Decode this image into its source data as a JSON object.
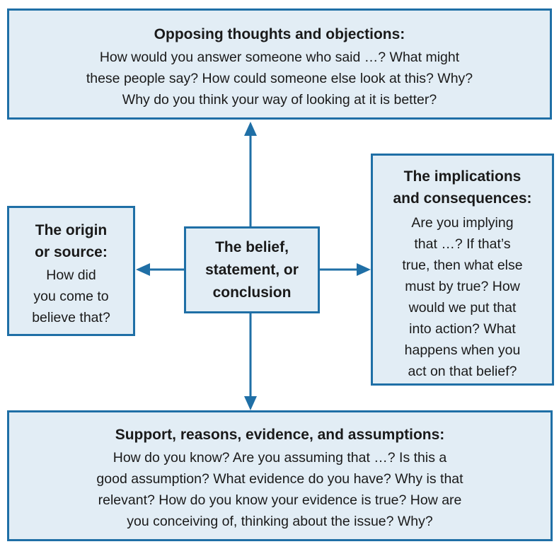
{
  "colors": {
    "box_fill": "#e2edf5",
    "box_border": "#1f6fa6",
    "arrow": "#1f6fa6"
  },
  "top": {
    "title": "Opposing thoughts and objections:",
    "body": "How would you answer someone who said …? What might\nthese people say? How could someone else look at this? Why?\nWhy do you think your way of looking at it is better?"
  },
  "left": {
    "title": "The origin\nor source:",
    "body": "How did\nyou come to\nbelieve that?"
  },
  "center": {
    "title": "The belief,\nstatement, or\nconclusion"
  },
  "right": {
    "title": "The implications\nand consequences:",
    "body": "Are you implying\nthat …? If that’s\ntrue, then what else\nmust by true? How\nwould we put that\ninto action? What\nhappens when you\nact on that belief?"
  },
  "bottom": {
    "title": "Support, reasons, evidence, and assumptions:",
    "body": "How do you know? Are you assuming that …? Is this a\ngood assumption? What evidence do you have? Why is that\nrelevant? How do you know your evidence is true? How are\nyou conceiving of, thinking about the issue? Why?"
  }
}
